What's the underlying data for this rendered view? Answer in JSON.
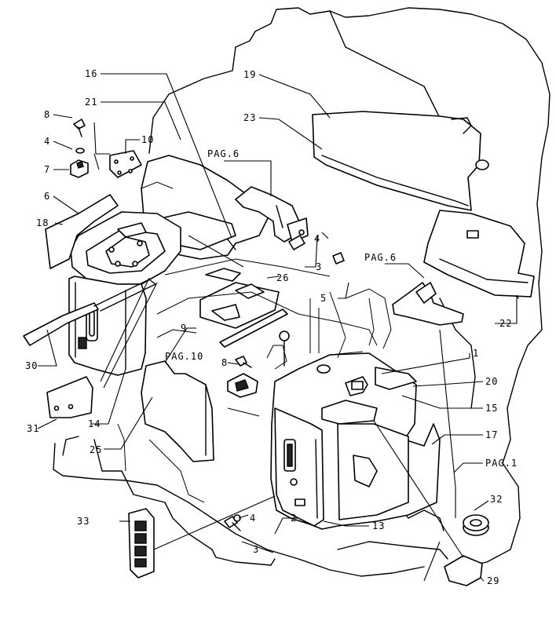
{
  "callouts": {
    "c1": "1",
    "c2": "2",
    "c3a": "3",
    "c3b": "3",
    "c4a": "4",
    "c4b": "4",
    "c4c": "4",
    "c5": "5",
    "c6": "6",
    "c7": "7",
    "c8a": "8",
    "c8b": "8",
    "c9": "9",
    "c10": "10",
    "c13": "13",
    "c14": "14",
    "c15": "15",
    "c16": "16",
    "c17": "17",
    "c18": "18",
    "c19": "19",
    "c20": "20",
    "c21": "21",
    "c22": "22",
    "c23": "23",
    "c25": "25",
    "c26": "26",
    "c29": "29",
    "c30": "30",
    "c31": "31",
    "c32": "32",
    "c33": "33"
  },
  "page_refs": {
    "pag6a": "PAG.6",
    "pag6b": "PAG.6",
    "pag10": "PAG.10",
    "pag1": "PAG.1"
  }
}
